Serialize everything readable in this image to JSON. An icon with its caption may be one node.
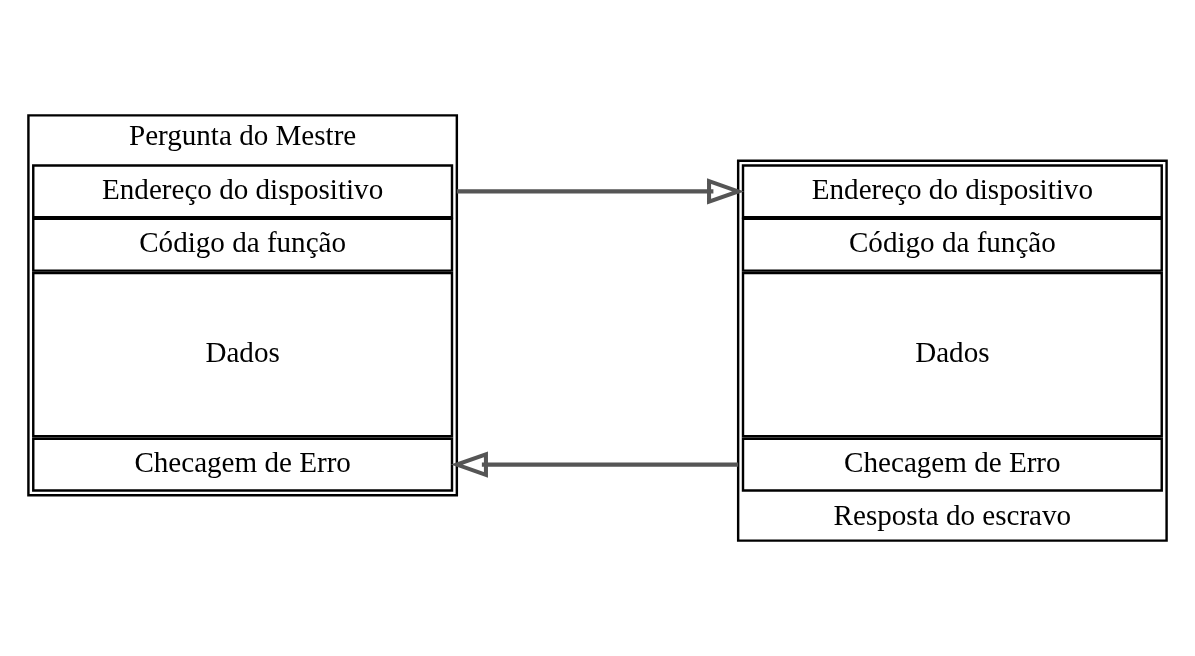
{
  "diagram": {
    "nodes": [
      {
        "text": [
          "Pergunta do Mestre"
        ]
      },
      {
        "text": [
          "Endereço do dispositivo"
        ],
        "in": 0
      },
      {
        "text": [
          "Código da função"
        ],
        "in": 0
      },
      {
        "text": [
          "Dados"
        ],
        "in": 0
      },
      {
        "text": [
          "Checagem de Erro"
        ],
        "in": 0
      },
      {
        "text": [
          "Resposta do escravo"
        ]
      },
      {
        "text": [
          "Endereço do dispositivo"
        ],
        "in": 5
      },
      {
        "text": [
          "Código da função"
        ],
        "in": 5
      },
      {
        "text": [
          "Dados"
        ],
        "in": 5
      },
      {
        "text": [
          "Checagem de Erro"
        ],
        "in": 5
      }
    ],
    "edges": [
      {
        "from": 0,
        "to": 5,
        "arrow": "to"
      },
      {
        "from": 5,
        "to": 0,
        "arrow": "to"
      }
    ]
  }
}
